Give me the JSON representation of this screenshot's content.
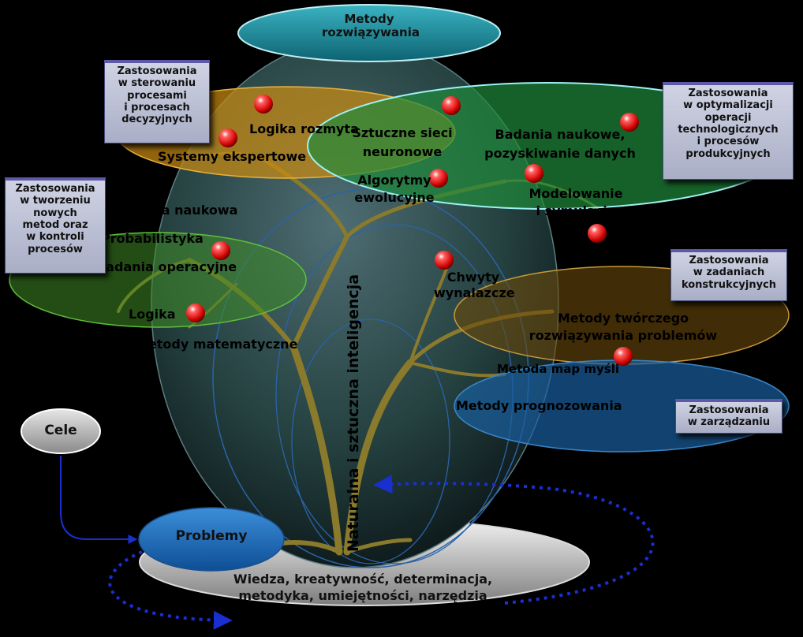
{
  "title": "Metody rozwiązywania",
  "central_label": "Naturalna i sztuczna inteligencja",
  "base": {
    "line1": "Wiedza, kreatywność, determinacja,",
    "line2": "metodyka, umiejętności, narzędzia"
  },
  "cele": "Cele",
  "problemy": "Problemy",
  "methods": {
    "logika_rozmyta": "Logika rozmyta",
    "systemy_ekspertowe": "Systemy ekspertowe",
    "sztuczne_sieci_1": "Sztuczne sieci",
    "sztuczne_sieci_2": "neuronowe",
    "algorytmy_1": "Algorytmy",
    "algorytmy_2": "ewolucyjne",
    "badania_1": "Badania naukowe,",
    "badania_2": "pozyskiwanie danych",
    "modelowanie_1": "Modelowanie",
    "modelowanie_2": "i symulacja",
    "wiedza_naukowa": "Wiedza naukowa",
    "probabilistyka": "Probabilistyka",
    "badania_operacyjne": "Badania operacyjne",
    "logika": "Logika",
    "metody_matematyczne": "Metody matematyczne",
    "chwyty_1": "Chwyty",
    "chwyty_2": "wynalazcze",
    "tworcze_1": "Metody twórczego",
    "tworcze_2": "rozwiązywania problemów",
    "map_mysli": "Metoda map myśli",
    "prognozowania": "Metody prognozowania"
  },
  "applications": {
    "sterowanie": [
      "Zastosowania",
      "w sterowaniu",
      "procesami",
      "i procesach",
      "decyzyjnych"
    ],
    "tworzenie": [
      "Zastosowania",
      "w tworzeniu",
      "nowych",
      "metod oraz",
      "w kontroli",
      "procesów"
    ],
    "optymalizacja": [
      "Zastosowania",
      "w optymalizacji",
      "operacji",
      "technologicznych",
      "i procesów",
      "produkcyjnych"
    ],
    "konstrukcje": [
      "Zastosowania",
      "w zadaniach",
      "konstrukcyjnych"
    ],
    "zarzadzanie": [
      "Zastosowania",
      "w zarządzaniu"
    ]
  },
  "colors": {
    "background": "#000000",
    "teal": "#1e8fa0",
    "orange": "#c98a12",
    "green": "#1f8a3a",
    "blue": "#1a5fa0",
    "tree": "#8a7a2c",
    "ball": "#e01010",
    "arrow": "#1a2fd0"
  }
}
